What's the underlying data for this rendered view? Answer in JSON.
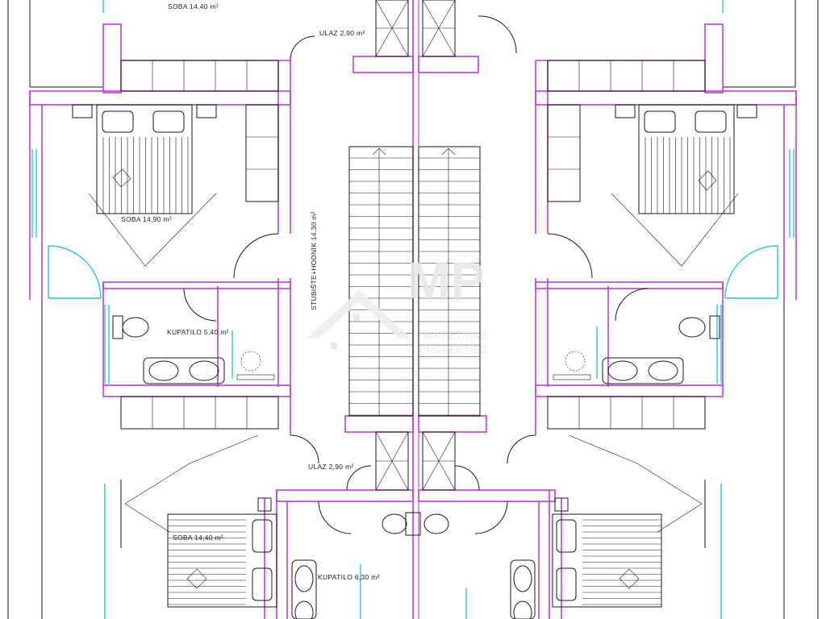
{
  "rooms": {
    "soba_top": "SOBA 14,40 m²",
    "ulaz_top": "ULAZ 2,90 m²",
    "soba_left": "SOBA 14,90 m²",
    "hodnik": "STUBIŠTE+HODNIK 14,30 m²",
    "kupatilo_left": "KUPATILO 5,40 m²",
    "ulaz_bottom": "ULAZ 2,90 m²",
    "soba_bottom": "SOBA 14,40 m²",
    "kupatilo_bottom": "KUPATILO 6,30 m²"
  },
  "watermark": {
    "logo": "MP",
    "line1": "NEKRETNINE",
    "line2": "PROPERTIES"
  }
}
